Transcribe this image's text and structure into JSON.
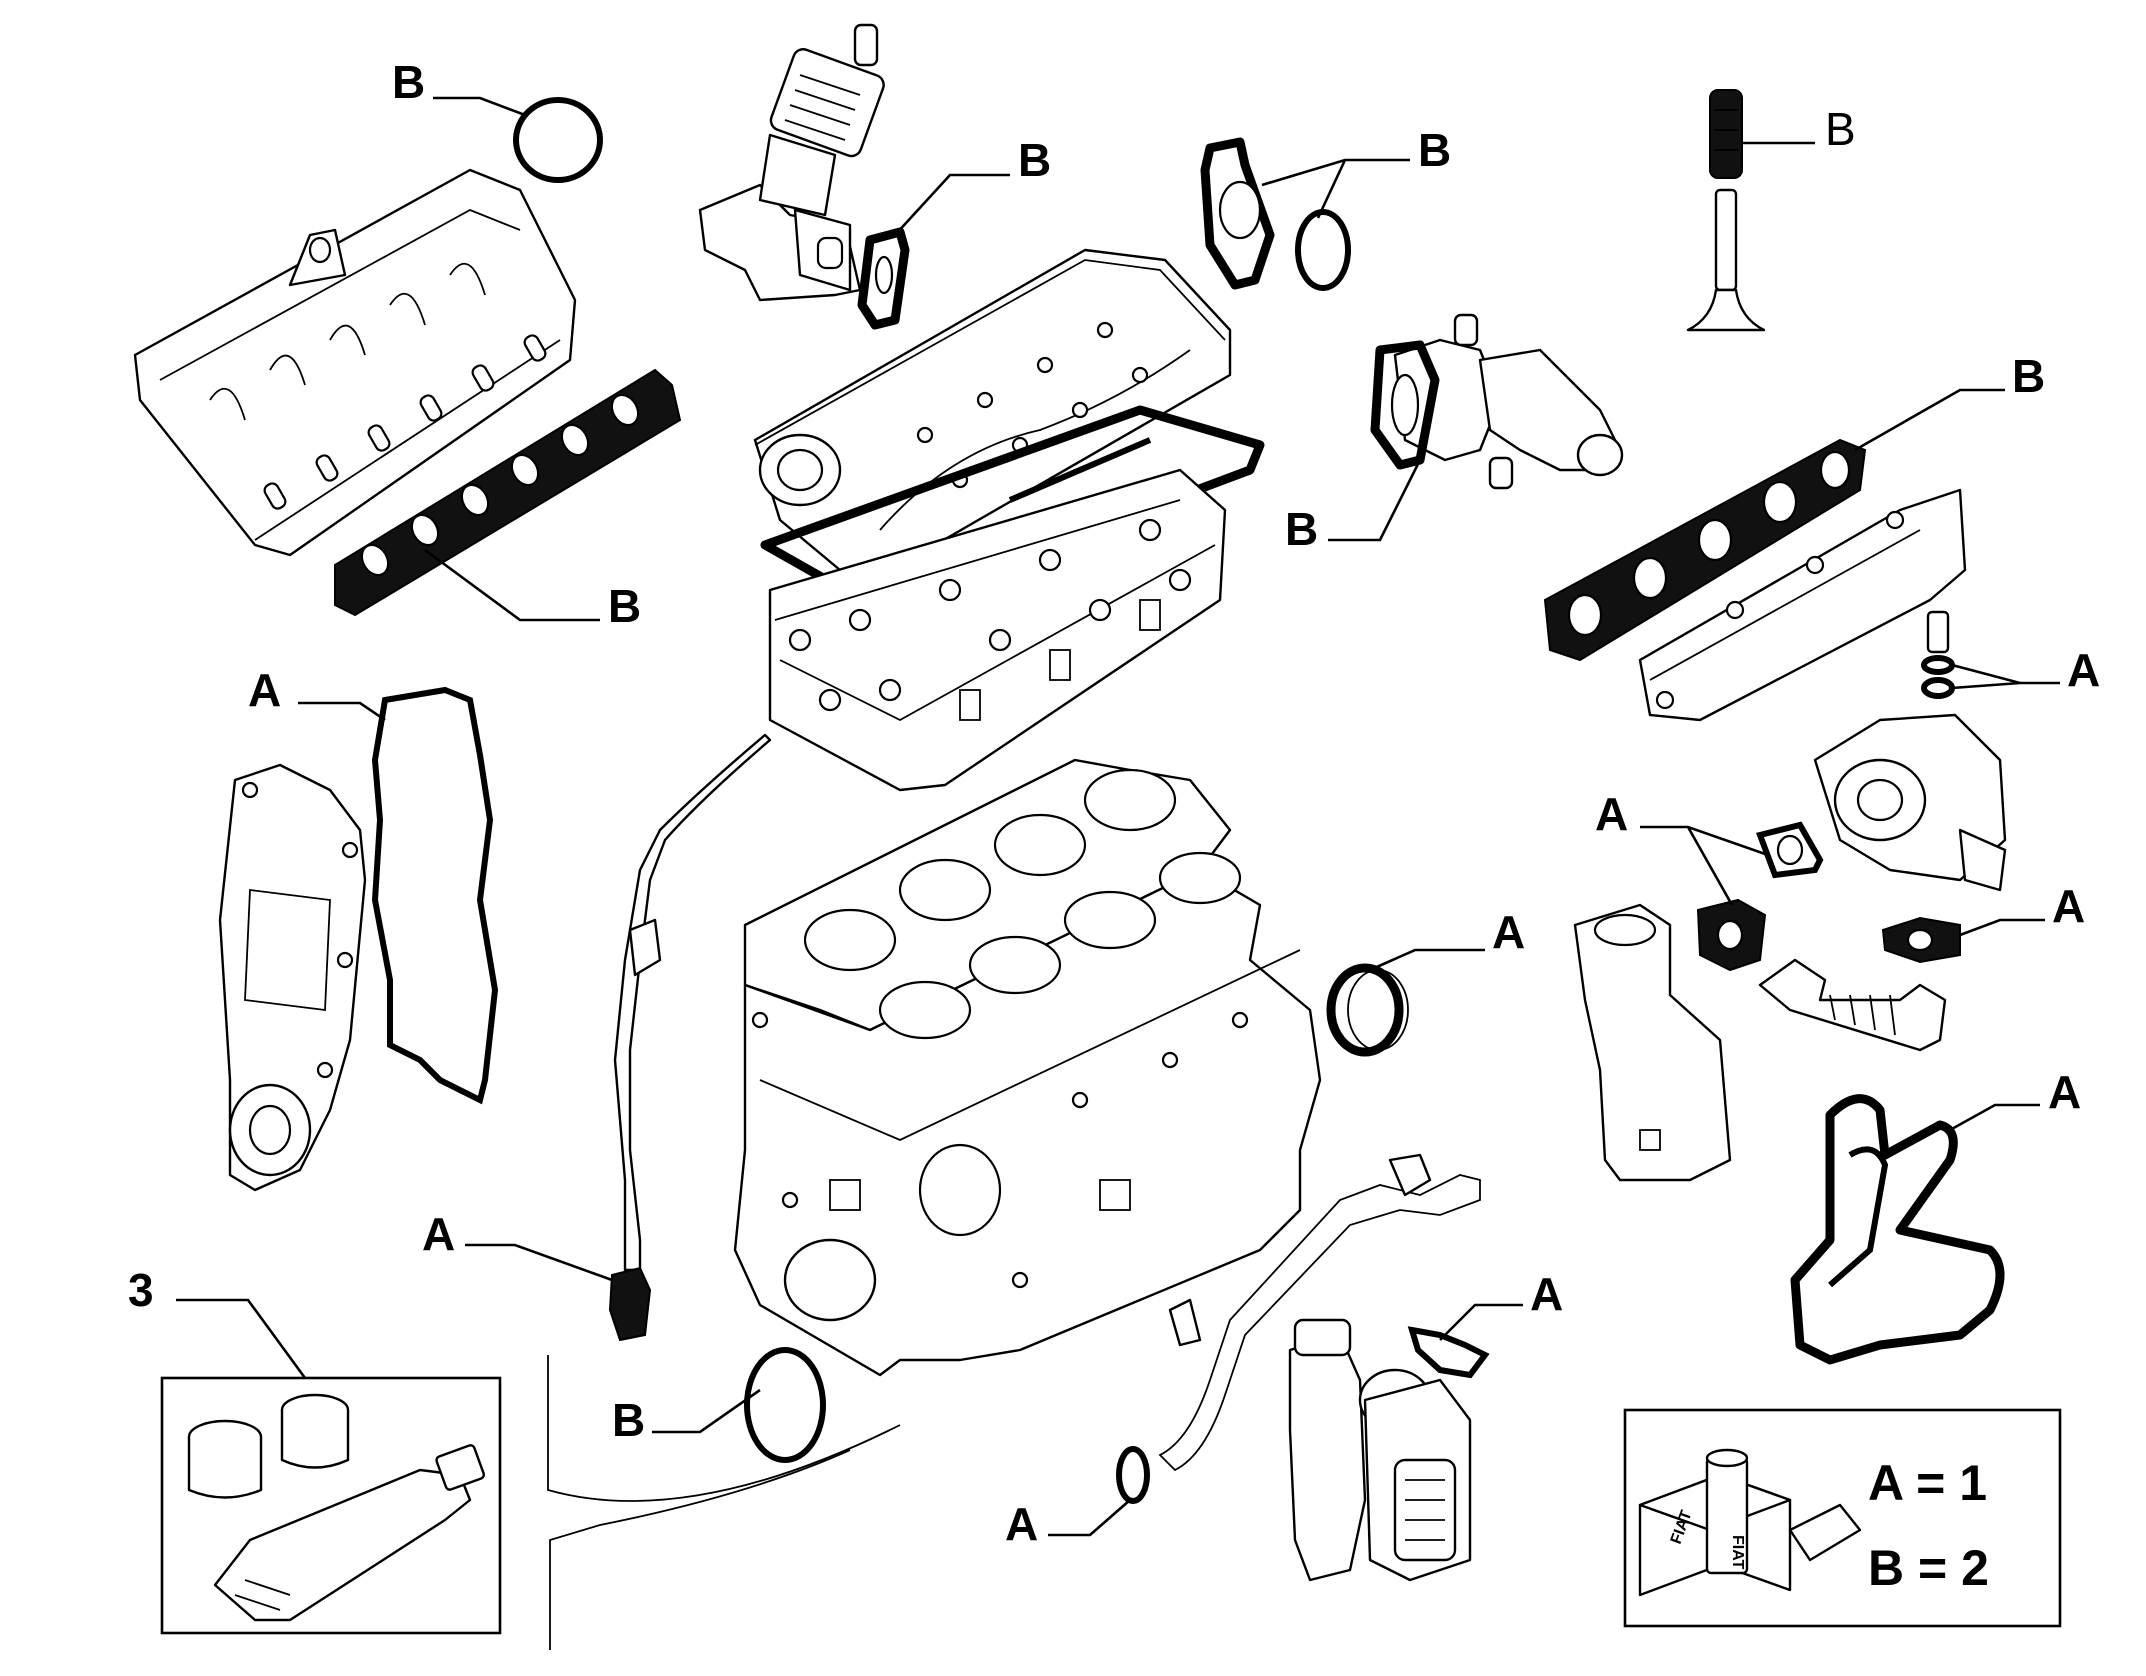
{
  "callouts": {
    "b_intake_oring": "B",
    "b_intake_gasket": "B",
    "b_egr_gasket": "B",
    "b_egr_flange": "B",
    "b_valve_seal": "B",
    "b_thermostat": "B",
    "b_exhaust_gasket": "B",
    "b_block_oring": "B",
    "a_timing_cover": "A",
    "a_turbo_washers": "A",
    "a_turbo_gasket": "A",
    "a_egr_pipe_gasket": "A",
    "a_crank_seal": "A",
    "a_oil_filter_gasket": "A",
    "a_drain_plug": "A",
    "a_oil_filter_housing": "A",
    "a_oil_pipe_oring": "A",
    "kit_number": "3"
  },
  "legend": {
    "line_a": "A = 1",
    "line_b": "B = 2",
    "brand_mark": "FIAT"
  }
}
